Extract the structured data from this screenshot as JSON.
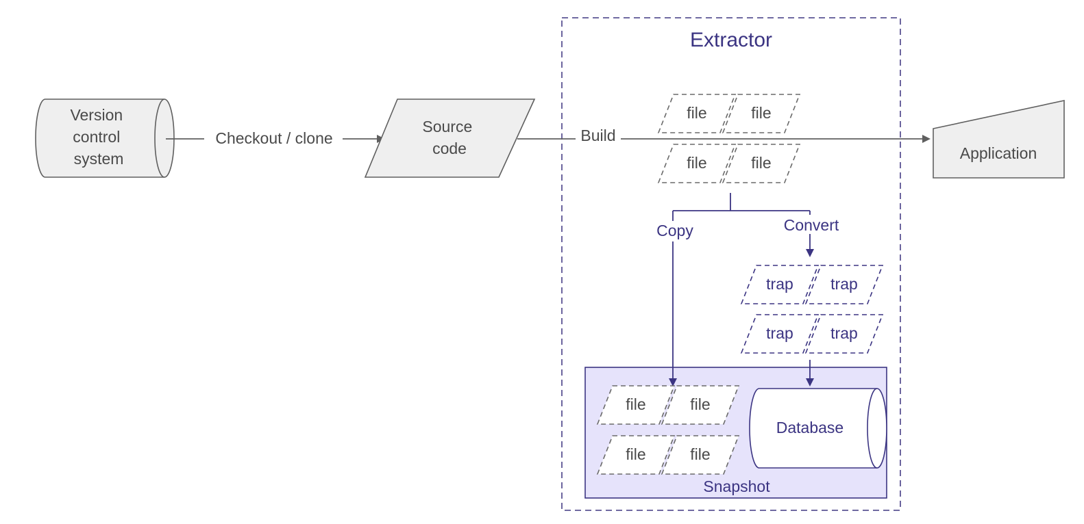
{
  "title": "Extractor",
  "colors": {
    "gray_stroke": "#5f5f5f",
    "gray_fill": "#efefef",
    "purple": "#3b3482",
    "snapshot_fill": "#e6e3fb"
  },
  "nodes": {
    "vcs": {
      "lines": [
        "Version",
        "control",
        "system"
      ]
    },
    "source": {
      "lines": [
        "Source",
        "code"
      ]
    },
    "application": {
      "label": "Application"
    },
    "database": {
      "label": "Database"
    },
    "snapshot": {
      "label": "Snapshot"
    }
  },
  "edges": {
    "checkout": "Checkout / clone",
    "build": "Build",
    "copy": "Copy",
    "convert": "Convert"
  },
  "build_files": [
    "file",
    "file",
    "file",
    "file"
  ],
  "trap_files": [
    "trap",
    "trap",
    "trap",
    "trap"
  ],
  "snapshot_files": [
    "file",
    "file",
    "file",
    "file"
  ]
}
